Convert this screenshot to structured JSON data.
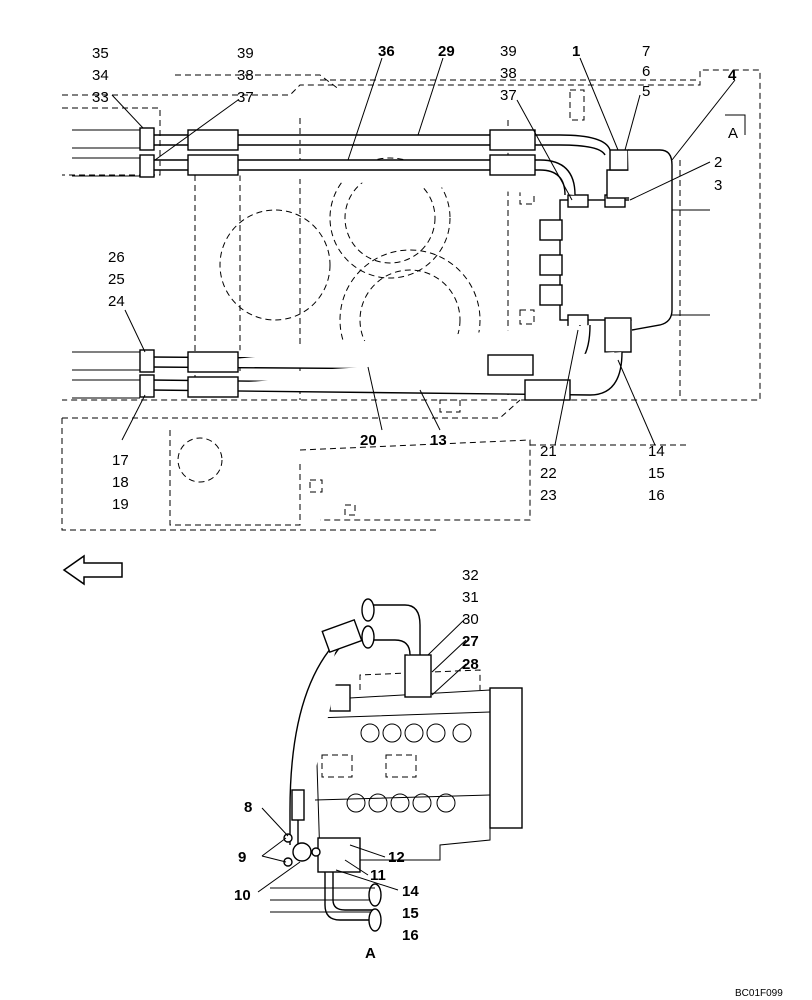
{
  "top_view": {
    "labels": {
      "l35": "35",
      "l34": "34",
      "l33": "33",
      "l39a": "39",
      "l38a": "38",
      "l37a": "37",
      "l36": "36",
      "l29": "29",
      "l39b": "39",
      "l38b": "38",
      "l37b": "37",
      "l1": "1",
      "l7": "7",
      "l6": "6",
      "l5": "5",
      "l4": "4",
      "l2": "2",
      "l3": "3",
      "l26": "26",
      "l25": "25",
      "l24": "24",
      "l17": "17",
      "l18": "18",
      "l19": "19",
      "l20": "20",
      "l13": "13",
      "l21": "21",
      "l22": "22",
      "l23": "23",
      "l14": "14",
      "l15": "15",
      "l16": "16"
    },
    "view_marker": "A"
  },
  "detail_view": {
    "labels": {
      "l32": "32",
      "l31": "31",
      "l30": "30",
      "l27": "27",
      "l28": "28",
      "l8": "8",
      "l9": "9",
      "l10": "10",
      "l12": "12",
      "l11": "11",
      "l14": "14",
      "l15": "15",
      "l16": "16"
    },
    "caption": "A"
  },
  "drawing_code": "BC01F099"
}
